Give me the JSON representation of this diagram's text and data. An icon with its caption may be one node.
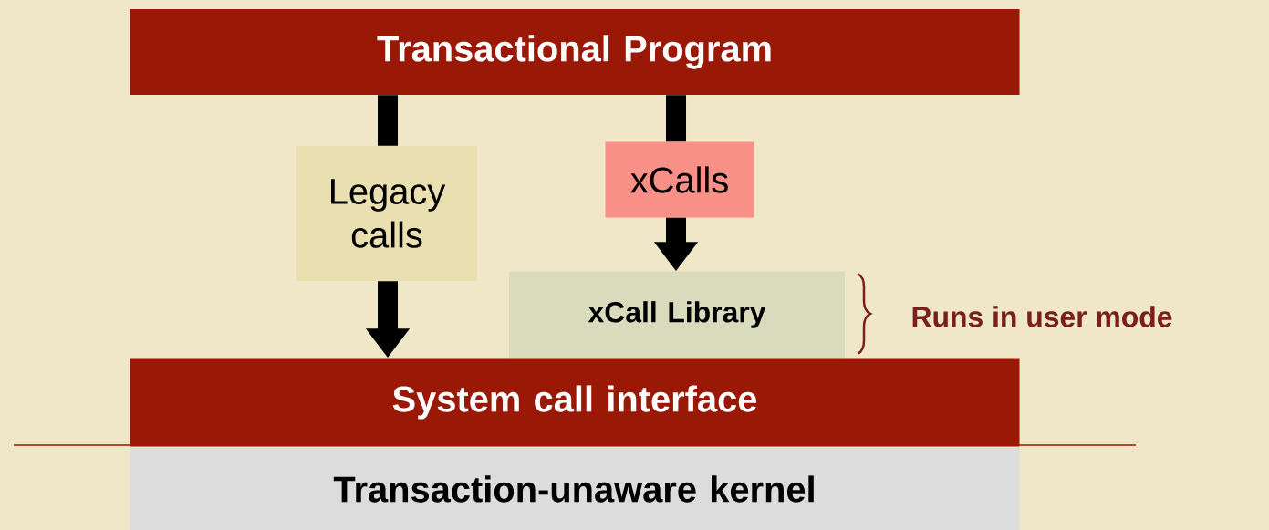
{
  "diagram": {
    "nodes": [
      {
        "text": [
          "Transactional Program"
        ]
      },
      {
        "text": [
          "Legacy calls"
        ]
      },
      {
        "text": [
          "xCalls"
        ]
      },
      {
        "text": [
          "xCall Library"
        ]
      },
      {
        "text": [
          "System call interface"
        ]
      },
      {
        "text": [
          "Transaction-unaware kernel"
        ]
      }
    ],
    "edges": [
      {
        "from": 0,
        "to": 1,
        "arrow": "none"
      },
      {
        "from": 1,
        "to": 4,
        "arrow": "to"
      },
      {
        "from": 0,
        "to": 2,
        "arrow": "none"
      },
      {
        "from": 2,
        "to": 3,
        "arrow": "to"
      }
    ],
    "labels": [
      "Runs in user mode"
    ]
  }
}
